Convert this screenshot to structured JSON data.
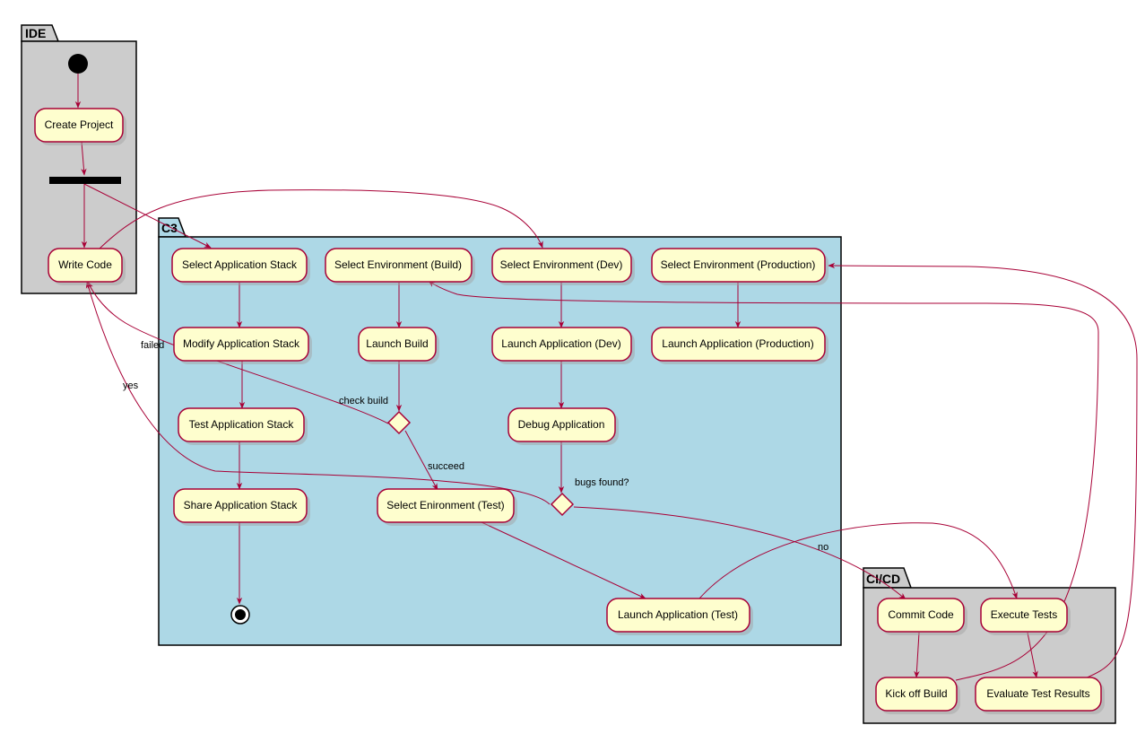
{
  "packages": {
    "ide": "IDE",
    "c3": "C3",
    "cicd": "CI/CD"
  },
  "activities": {
    "create_project": "Create Project",
    "write_code": "Write Code",
    "select_app_stack": "Select Application Stack",
    "modify_app_stack": "Modify Application Stack",
    "test_app_stack": "Test Application Stack",
    "share_app_stack": "Share Application Stack",
    "select_env_build": "Select Environment (Build)",
    "launch_build": "Launch Build",
    "select_env_test": "Select Enironment (Test)",
    "select_env_dev": "Select Environment (Dev)",
    "launch_app_dev": "Launch Application (Dev)",
    "debug_app": "Debug Application",
    "launch_app_test": "Launch Application (Test)",
    "select_env_prod": "Select Environment (Production)",
    "launch_app_prod": "Launch Application (Production)",
    "commit_code": "Commit Code",
    "execute_tests": "Execute Tests",
    "kick_off_build": "Kick off Build",
    "evaluate_results": "Evaluate Test Results"
  },
  "labels": {
    "check_build": "check build",
    "failed": "failed",
    "succeed": "succeed",
    "bugs_found": "bugs found?",
    "yes": "yes",
    "no": "no"
  },
  "colors": {
    "c3_fill": "#add8e6",
    "gray_fill": "#cccccc",
    "activity_fill": "#fefece",
    "line": "#a80036"
  }
}
